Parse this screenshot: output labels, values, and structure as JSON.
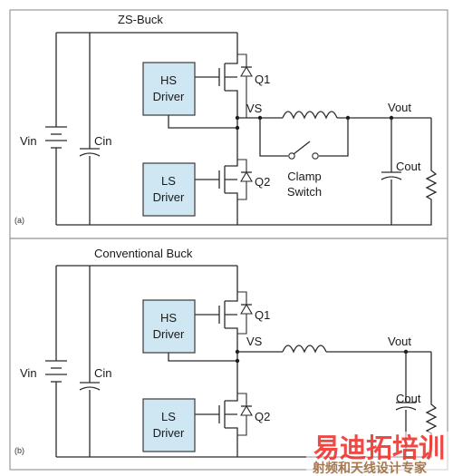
{
  "colors": {
    "driver_fill": "#cfe6f3",
    "frame": "#9a9a9a",
    "wire": "#2b2b2b",
    "watermark": "#ee2a24",
    "watermark_sub": "#9b6a3c"
  },
  "panel_a": {
    "title": "ZS-Buck",
    "tag": "(a)",
    "hs_driver": [
      "HS",
      "Driver"
    ],
    "ls_driver": [
      "LS",
      "Driver"
    ],
    "q_high": "Q1",
    "q_low": "Q2",
    "switch_node": "VS",
    "output": "Vout",
    "input": "Vin",
    "input_cap": "Cin",
    "output_cap": "Cout",
    "clamp": [
      "Clamp",
      "Switch"
    ]
  },
  "panel_b": {
    "title": "Conventional Buck",
    "tag": "(b)",
    "hs_driver": [
      "HS",
      "Driver"
    ],
    "ls_driver": [
      "LS",
      "Driver"
    ],
    "q_high": "Q1",
    "q_low": "Q2",
    "switch_node": "VS",
    "output": "Vout",
    "input": "Vin",
    "input_cap": "Cin",
    "output_cap": "Cout"
  },
  "watermark": {
    "main": "易迪拓培训",
    "sub": "射频和天线设计专家"
  }
}
